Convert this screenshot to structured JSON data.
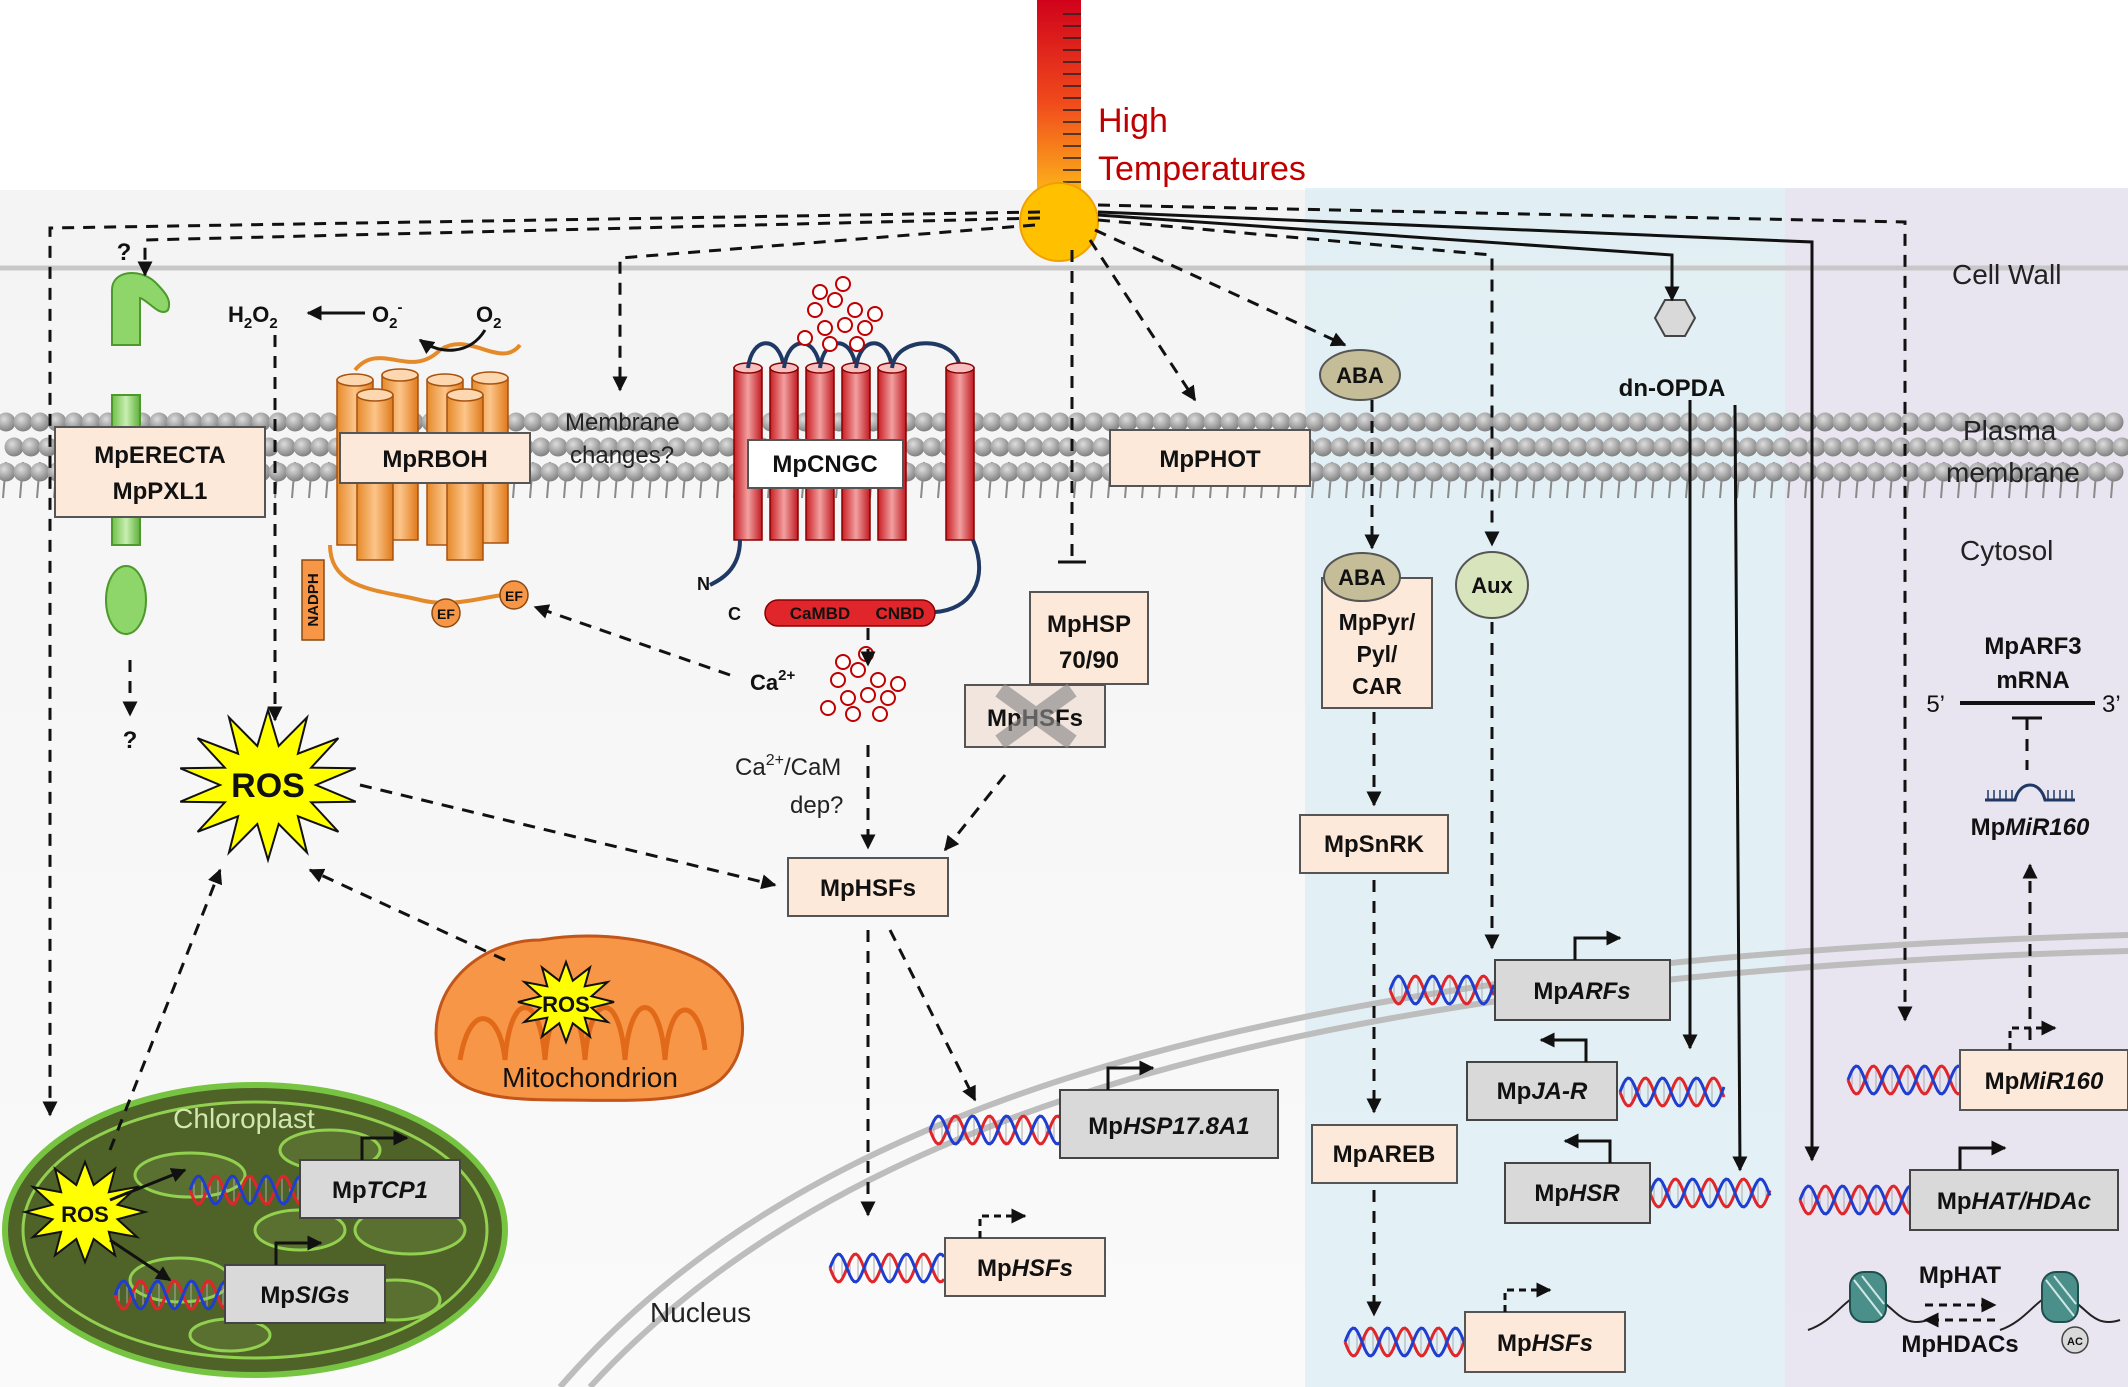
{
  "stimulus": {
    "line1": "High",
    "line2": "Temperatures"
  },
  "regions": {
    "cell_wall": "Cell Wall",
    "plasma_membrane_1": "Plasma",
    "plasma_membrane_2": "membrane",
    "cytosol": "Cytosol",
    "nucleus": "Nucleus"
  },
  "receptors": {
    "erecta_1": "MpERECTA",
    "erecta_2": "MpPXL1",
    "question_top": "?",
    "question_bottom": "?"
  },
  "rboh": {
    "name": "MpRBOH",
    "nadph": "NADPH",
    "ef": "EF",
    "h2o2": "H",
    "h2o2_sub": "2",
    "h2o2_o": "O",
    "h2o2_sub2": "2",
    "o2minus": "O",
    "o2minus_sub": "2",
    "o2minus_sup": "-",
    "o2": "O",
    "o2_sub": "2"
  },
  "membrane_changes": {
    "line1": "Membrane",
    "line2": "changes?"
  },
  "cngc": {
    "name": "MpCNGC",
    "n": "N",
    "c": "C",
    "cambd": "CaMBD",
    "cnbd": "CNBD",
    "ca": "Ca",
    "ca_sup": "2+",
    "cam_line1": "Ca",
    "cam_sup": "2+",
    "cam_line1_end": "/CaM",
    "cam_line2": "dep?"
  },
  "hsp": {
    "line1": "MpHSP",
    "line2": "70/90",
    "hsfs_bound": "MpHSFs"
  },
  "phot": {
    "name": "MpPHOT"
  },
  "ros": {
    "main": "ROS",
    "mito": "ROS",
    "chloro": "ROS"
  },
  "organelles": {
    "mitochondrion": "Mitochondrion",
    "chloroplast": "Chloroplast"
  },
  "hsfs_center": "MpHSFs",
  "genes_center": {
    "hsp17": "MpHSP17.8A1",
    "hsp17_prefix": "Mp",
    "hsp17_italic": "HSP17.8A1",
    "hsfs_prefix": "Mp",
    "hsfs_italic": "HSFs"
  },
  "chloro_genes": {
    "tcp1_prefix": "Mp",
    "tcp1_italic": "TCP1",
    "sigs_prefix": "Mp",
    "sigs_italic": "SIGs"
  },
  "aba_path": {
    "aba": "ABA",
    "aba_bound": "ABA",
    "receptor_1": "MpPyr/",
    "receptor_2": "Pyl/",
    "receptor_3": "CAR",
    "snrk": "MpSnRK",
    "areb": "MpAREB",
    "hsfs_prefix": "Mp",
    "hsfs_italic": "HSFs"
  },
  "aux_path": {
    "aux": "Aux",
    "arfs_prefix": "Mp",
    "arfs_italic": "ARFs"
  },
  "opda_path": {
    "name": "dn-OPDA",
    "jar_prefix": "Mp",
    "jar_italic": "JA-R",
    "hsr_prefix": "Mp",
    "hsr_italic": "HSR"
  },
  "mir_path": {
    "mrna_1": "MpARF3",
    "mrna_2": "mRNA",
    "five": "5’",
    "three": "3’",
    "mir_prefix": "Mp",
    "mir_italic": "MiR160",
    "gene_prefix": "Mp",
    "gene_italic": "MiR160",
    "hat_prefix": "Mp",
    "hat_italic": "HAT/HDAc",
    "hat_label": "MpHAT",
    "hdac_label": "MpHDACs",
    "ac": "AC"
  },
  "colors": {
    "box_fill": "#fde9d9",
    "gene_box": "#d9d9d9",
    "aba_blue": "#dbeef4",
    "mir_purple": "#e5e0ee",
    "orange": "#f79646",
    "red": "#e0262b",
    "green": "#76c442",
    "dark_green": "#4f6228",
    "ros_yellow": "#ffff00",
    "text_red": "#c00000"
  }
}
